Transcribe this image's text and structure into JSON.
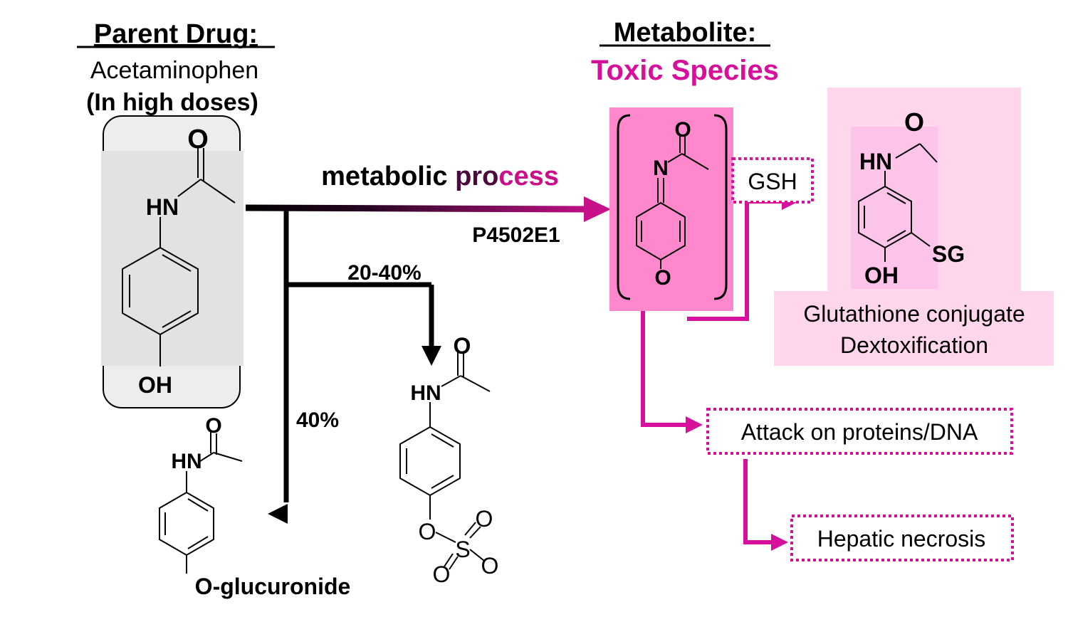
{
  "parent": {
    "heading": "Parent Drug:",
    "name": "Acetaminophen",
    "note": "(In high doses)"
  },
  "metabolite": {
    "heading": "Metabolite:",
    "subheading": "Toxic Species"
  },
  "arrows": {
    "main_label_part1": "metabolic ",
    "main_label_part2": "pro",
    "main_label_part3": "cess",
    "enzyme": "P4502E1",
    "sulfation_pct": "20-40%",
    "glucuronidation_pct": "40%"
  },
  "atoms": {
    "oxygen": "O",
    "nitrogen": "N",
    "amide_nh": "HN",
    "hydroxyl": "OH",
    "thio_glutathione": "SG"
  },
  "boxes": {
    "gsh": "GSH",
    "conjugate_line1": "Glutathione conjugate",
    "conjugate_line2": "Dextoxification",
    "attack": "Attack on proteins/DNA",
    "necrosis": "Hepatic necrosis"
  },
  "products": {
    "glucuronide": "O-glucuronide"
  },
  "colors": {
    "accent": "#d6109a",
    "toxic_box": "#ff88cc",
    "conjugate_box": "#ffd6ec",
    "conjugate_inner": "#fbbfe6",
    "parent_box": "#e8e8e8",
    "dark_purple": "#4a0a3c"
  }
}
